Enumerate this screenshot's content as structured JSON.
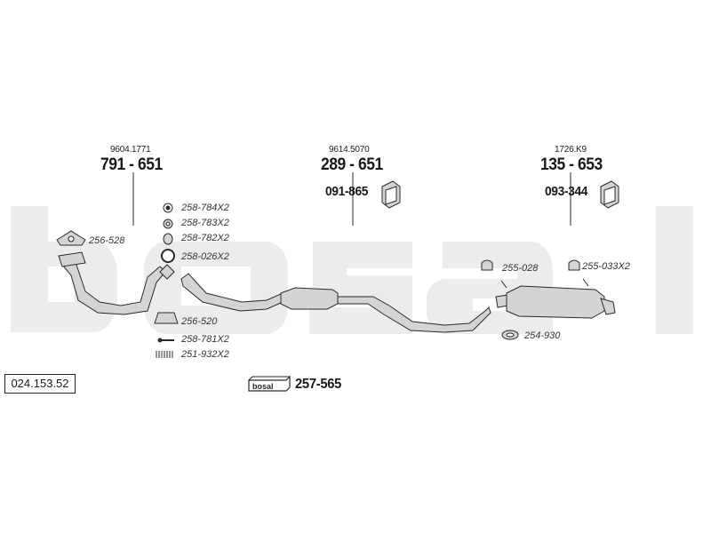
{
  "watermark": {
    "text": "bosal",
    "color": "#ececec"
  },
  "document_code": "024.153.52",
  "front_pipe": {
    "ref": "9604.1771",
    "part_no": "791 - 651"
  },
  "middle_silencer": {
    "ref": "9614.5070",
    "part_no": "289 - 651",
    "mount_part": "091-865"
  },
  "rear_silencer": {
    "ref": "1726.K9",
    "part_no": "135 - 653",
    "mount_part": "093-344"
  },
  "parts": {
    "p256_528": "256-528",
    "p258_784": "258-784X2",
    "p258_783": "258-783X2",
    "p258_782": "258-782X2",
    "p258_026": "258-026X2",
    "p256_520": "256-520",
    "p258_781": "258-781X2",
    "p251_932": "251-932X2",
    "p255_028": "255-028",
    "p255_033": "255-033X2",
    "p254_930": "254-930"
  },
  "kit": {
    "brand": "bosal",
    "part_no": "257-565"
  },
  "colors": {
    "line": "#2a2a2a",
    "part_fill": "#d4d4d4",
    "watermark": "#ececec"
  }
}
